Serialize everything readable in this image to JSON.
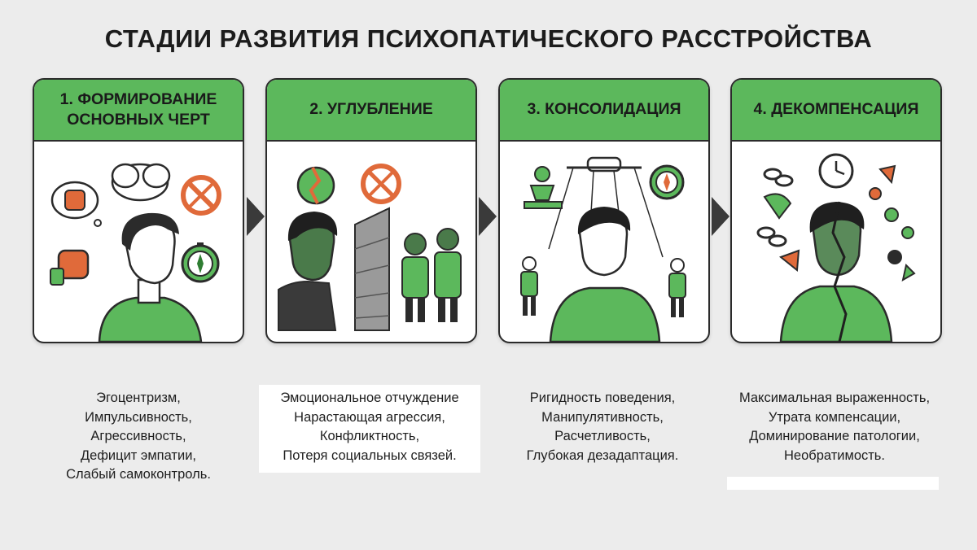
{
  "title": "СТАДИИ РАЗВИТИЯ ПСИХОПАТИЧЕСКОГО РАССТРОЙСТВА",
  "colors": {
    "accent": "#5cb85c",
    "dark_green": "#2f7d32",
    "orange": "#e06a3a",
    "text": "#1c1c1c"
  },
  "stages": [
    {
      "title_lines": [
        "1. ФОРМИРОВАНИЕ",
        "ОСНОВНЫХ ЧЕРТ"
      ],
      "traits": [
        "Эгоцентризм,",
        "Импульсивность,",
        "Агрессивность,",
        "Дефицит эмпатии,",
        "Слабый самоконтроль."
      ]
    },
    {
      "title_lines": [
        "2. УГЛУБЛЕНИЕ"
      ],
      "traits": [
        "Эмоциональное отчуждение",
        "Нарастающая агрессия,",
        "Конфликтность,",
        "Потеря социальных связей."
      ]
    },
    {
      "title_lines": [
        "3. КОНСОЛИДАЦИЯ"
      ],
      "traits": [
        "Ригидность поведения,",
        "Манипулятивность,",
        "Расчетливость,",
        "Глубокая дезадаптация."
      ]
    },
    {
      "title_lines": [
        "4. ДЕКОМПЕНСАЦИЯ"
      ],
      "traits": [
        "Максимальная выраженность,",
        "Утрата компенсации,",
        "Доминирование патологии,",
        "Необратимость."
      ]
    }
  ]
}
